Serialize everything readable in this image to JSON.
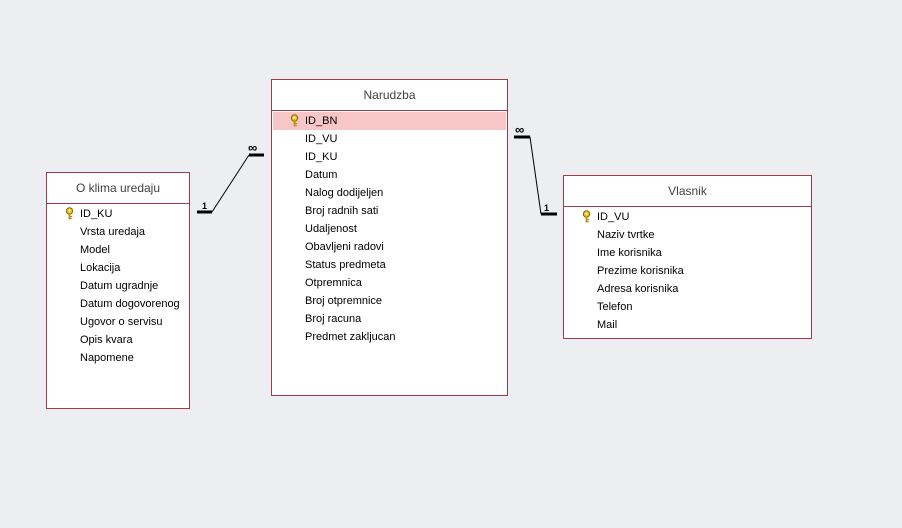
{
  "tables": {
    "o_klima_uredaju": {
      "title": "O klima uredaju",
      "fields": [
        "ID_KU",
        "Vrsta uredaja",
        "Model",
        "Lokacija",
        "Datum ugradnje",
        "Datum dogovorenog",
        "Ugovor o servisu",
        "Opis kvara",
        "Napomene"
      ],
      "primary_key": "ID_KU"
    },
    "narudzba": {
      "title": "Narudzba",
      "fields": [
        "ID_BN",
        "ID_VU",
        "ID_KU",
        "Datum",
        "Nalog dodijeljen",
        "Broj radnih sati",
        "Udaljenost",
        "Obavljeni radovi",
        "Status predmeta",
        "Otpremnica",
        "Broj otpremnice",
        "Broj racuna",
        "Predmet zakljucan"
      ],
      "primary_key": "ID_BN",
      "selected_field": "ID_BN"
    },
    "vlasnik": {
      "title": "Vlasnik",
      "fields": [
        "ID_VU",
        "Naziv tvrtke",
        "Ime korisnika",
        "Prezime korisnika",
        "Adresa korisnika",
        "Telefon",
        "Mail"
      ],
      "primary_key": "ID_VU"
    }
  },
  "relationships": [
    {
      "one_label": "1",
      "many_label": "∞"
    },
    {
      "one_label": "1",
      "many_label": "∞"
    }
  ],
  "colors": {
    "background": "#eceef2",
    "table_border": "#a33a48",
    "selected_row": "#f7c6c6",
    "key_icon": "#c9a400"
  },
  "icons": {
    "primary_key": "key-icon"
  }
}
